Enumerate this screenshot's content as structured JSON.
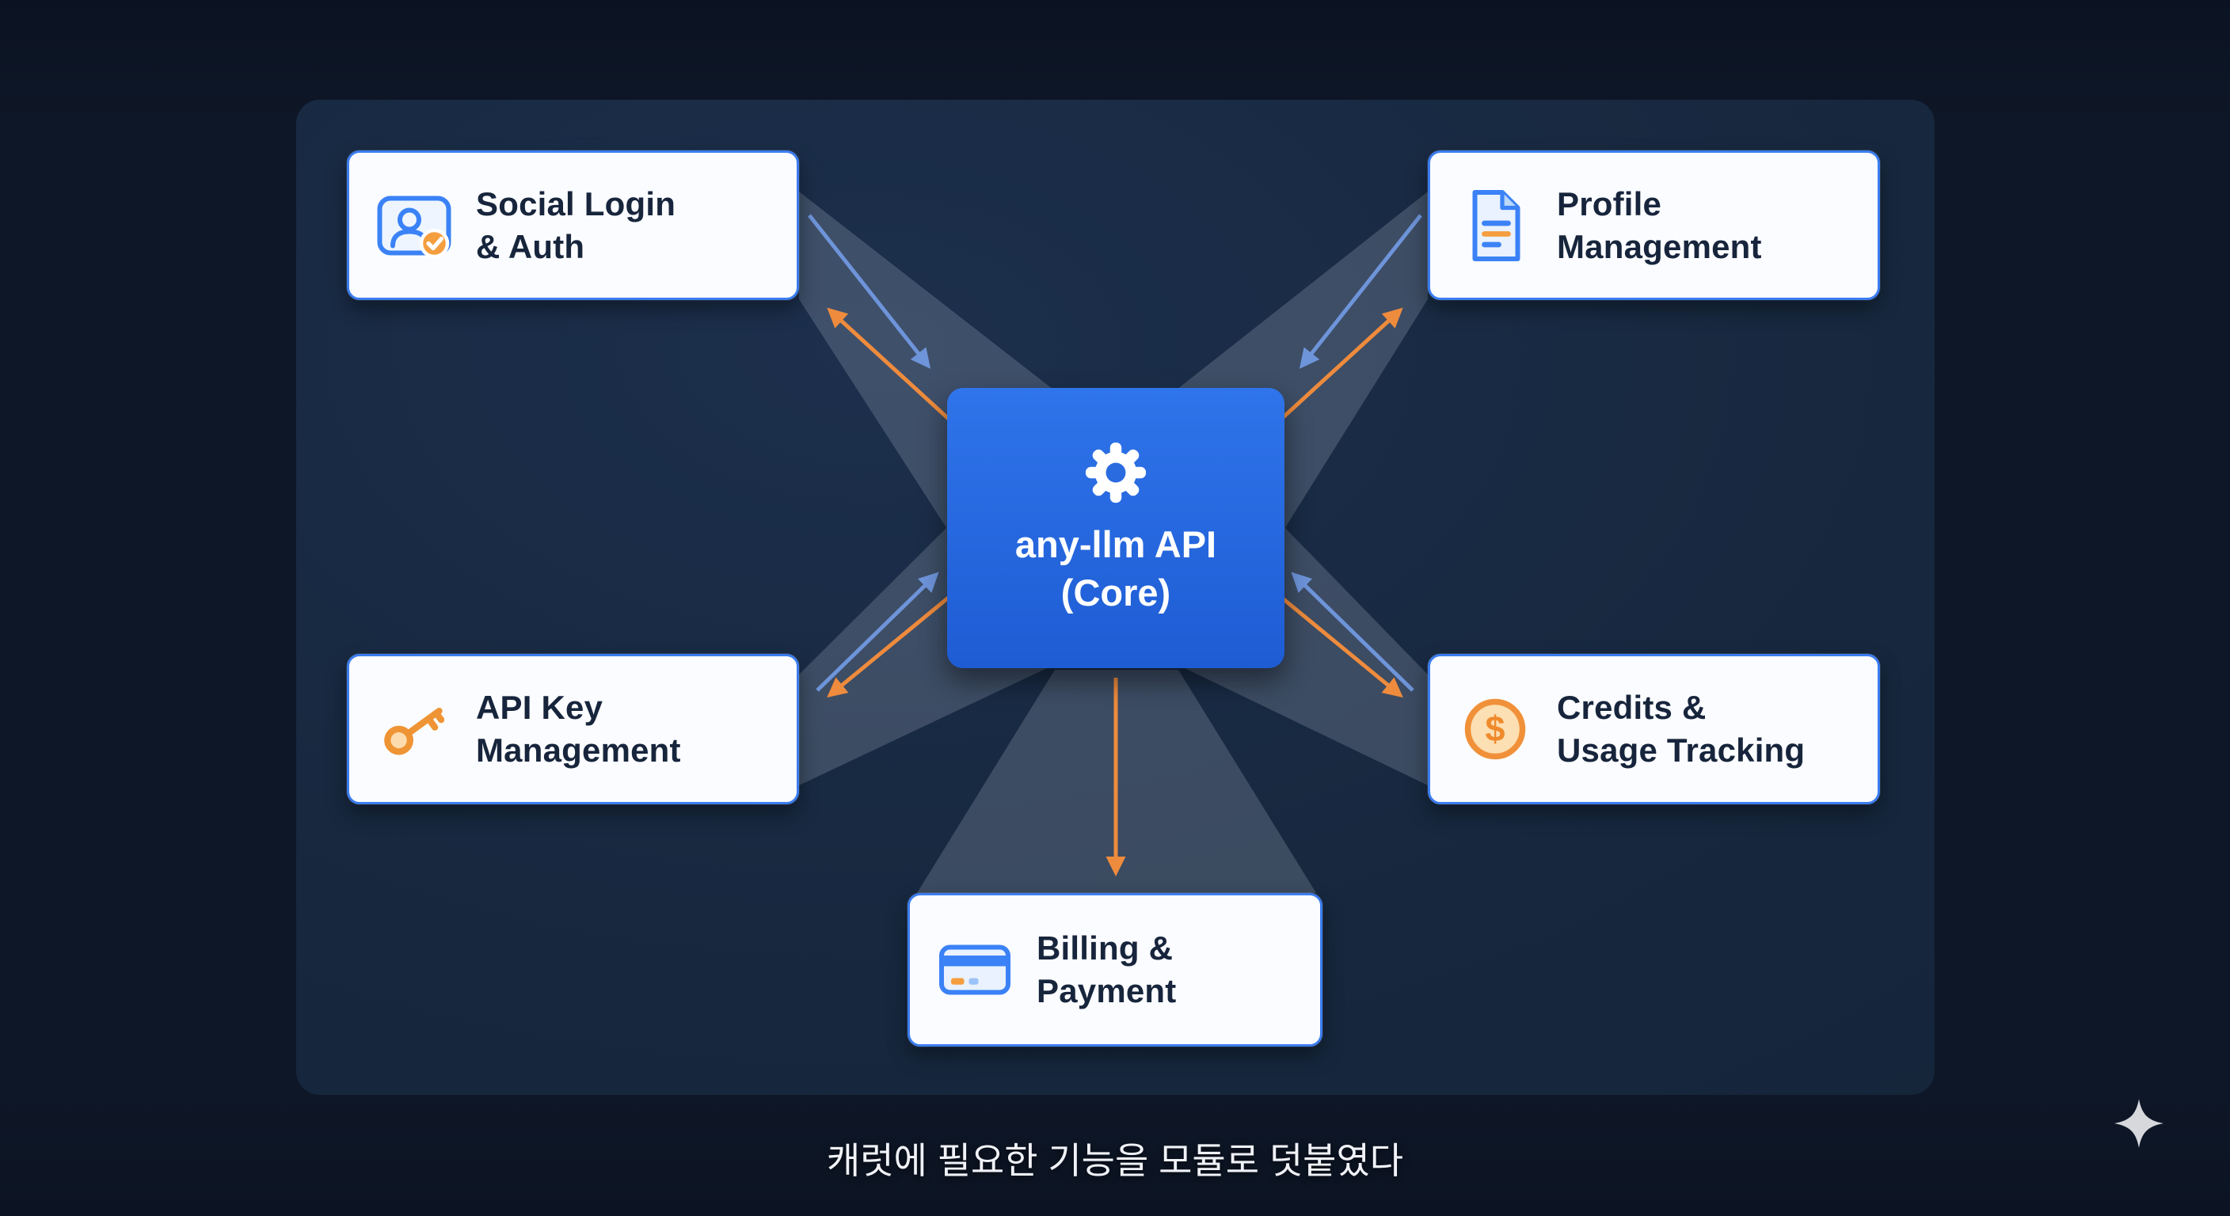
{
  "page": {
    "background": "#0e1727",
    "panel_background": "#17283f",
    "caption": "캐럿에 필요한 기능을 모듈로 덧붙였다"
  },
  "center_node": {
    "icon": "gear-icon",
    "line1": "any-llm API",
    "line2": "(Core)",
    "background": "#2a6be0",
    "text_color": "#ffffff"
  },
  "modules": [
    {
      "id": "social-login-auth",
      "icon": "user-verified-icon",
      "line1": "Social Login",
      "line2": "& Auth",
      "position": "top-left"
    },
    {
      "id": "profile-management",
      "icon": "document-icon",
      "line1": "Profile",
      "line2": "Management",
      "position": "top-right"
    },
    {
      "id": "api-key-management",
      "icon": "key-icon",
      "line1": "API Key",
      "line2": "Management",
      "position": "middle-left"
    },
    {
      "id": "credits-usage-tracking",
      "icon": "dollar-coin-icon",
      "icon_symbol": "$",
      "line1": "Credits &",
      "line2": "Usage Tracking",
      "position": "middle-right"
    },
    {
      "id": "billing-payment",
      "icon": "credit-card-icon",
      "line1": "Billing &",
      "line2": "Payment",
      "position": "bottom-center"
    }
  ],
  "connections": {
    "outbound_arrow_color": "#ee8b3d",
    "inbound_arrow_color": "#6e94da",
    "beam_color": "rgba(205,215,228,0.20)",
    "module_border_color": "#3b7df0"
  },
  "footer": {
    "sparkle_icon": "sparkle-icon",
    "sparkle_color": "#d6d8dc"
  }
}
